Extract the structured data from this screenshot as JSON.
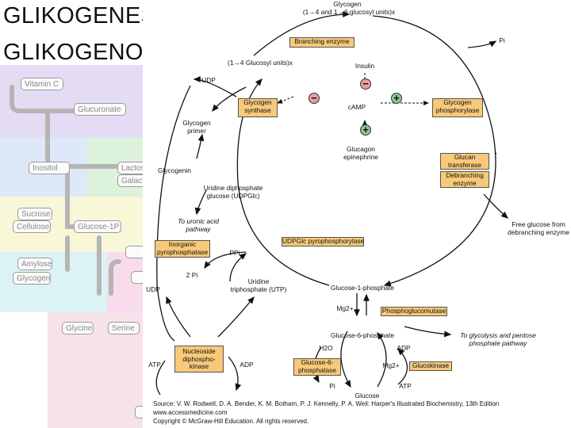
{
  "title": {
    "line1": "GLIKOGENESIS &",
    "line2": "GLIKOGENOLISIS"
  },
  "background": {
    "boxes": [
      "Vitamin C",
      "Glucuronate",
      "Inositol",
      "Lactose",
      "Galactose",
      "Sucrose",
      "Cellulose",
      "Glucose-1P",
      "Amylose",
      "Glycogen",
      "Glycine",
      "Serine"
    ]
  },
  "diagram": {
    "glycogen_top": "Glycogen",
    "glycogen_units": "(1→4 and 1→6 glucosyl units)x",
    "branching_enzyme": "Branching enzyme",
    "pi_top": "Pi",
    "glucosyl_units": "(1→4 Glucosyl units)x",
    "insulin": "Insulin",
    "udp_top": "UDP",
    "glycogen_synthase": "Glycogen synthase",
    "camp": "cAMP",
    "glycogen_phosphorylase": "Glycogen phosphorylase",
    "glycogen_primer": "Glycogen primer",
    "glucagon": "Glucagon epinephrine",
    "glycogenin": "Glycogenin",
    "udpglc": "Uridine diphosphate glucose (UDPGlc)",
    "glucan_transferase": "Glucan transferase",
    "debranching_enzyme": "Debranching enzyme",
    "asterisk": "*",
    "uronic_acid": "To uronic acid pathway",
    "free_glucose": "Free glucose from debranching enzyme",
    "inorganic_ppase": "Inorganic pyrophosphatase",
    "ppi": "PPi",
    "udpglc_ppase": "UDPGlc pyrophosphorylase",
    "two_pi": "2 Pi",
    "utp": "Uridine triphosphate (UTP)",
    "udp_mid": "UDP",
    "glucose1p": "Glucose-1-phosphate",
    "mg": "Mg2+",
    "phosphoglucomutase": "Phosphoglucomutase",
    "glucose6p": "Glucose-6-phosphate",
    "glycolysis": "To glycolysis and pentose phosphate pathway",
    "nucleoside_kinase": "Nucleoside diphospho-kinase",
    "h2o": "H2O",
    "adp_right": "ADP",
    "g6pase": "Glucose-6-phosphatase",
    "mg_right": "Mg2+",
    "glucokinase": "Glucokinase",
    "atp_left": "ATP",
    "adp_left": "ADP",
    "pi_bottom": "Pi",
    "atp_right": "ATP",
    "glucose": "Glucose",
    "minus_sign": "−",
    "plus_sign": "+"
  },
  "source": {
    "line1": "Source: V. W. Rodwell, D. A. Bender, K. M. Botham, P. J. Kennelly, P. A. Weil: Harper's Illustrated Biochemistry, 13th Edition",
    "line2": "www.accessmedicine.com",
    "line3": "Copyright © McGraw-Hill Education. All rights reserved."
  },
  "colors": {
    "enzyme_fill": "#f7c979",
    "inhibit_fill": "#e8a0a0",
    "activate_fill": "#8fc98f"
  }
}
